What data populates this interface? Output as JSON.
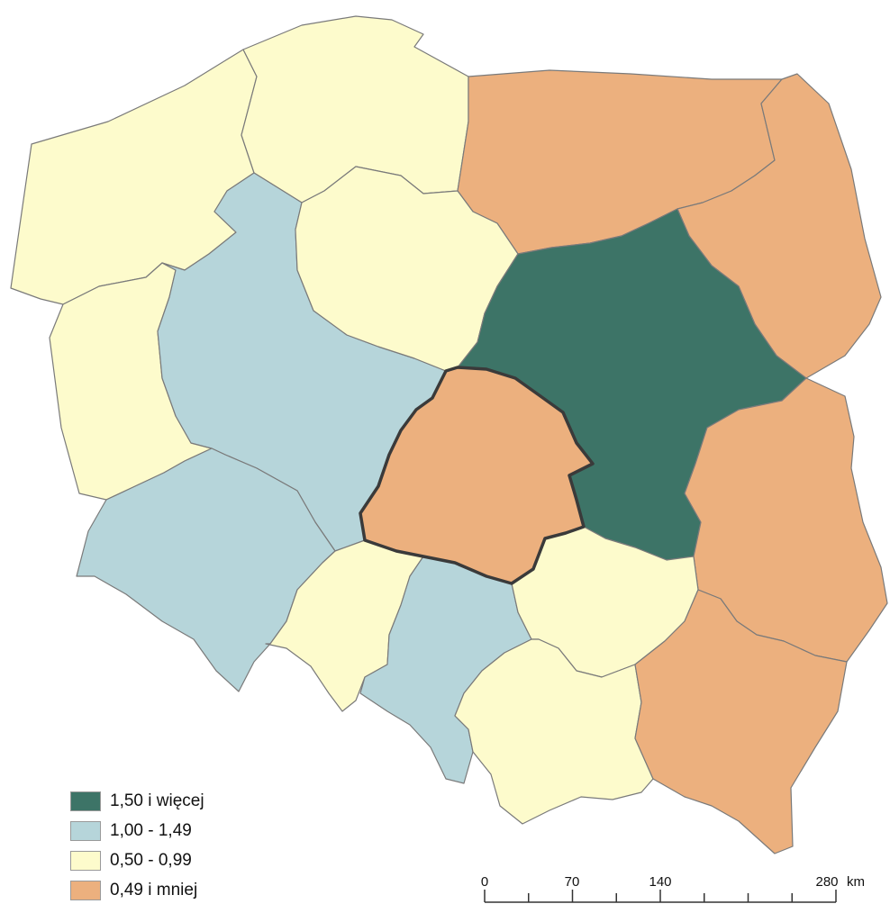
{
  "legend": {
    "items": [
      {
        "label": "1,50 i więcej",
        "color": "#3d7467"
      },
      {
        "label": "1,00 - 1,49",
        "color": "#b6d5da"
      },
      {
        "label": "0,50 - 0,99",
        "color": "#fdfbcc"
      },
      {
        "label": "0,49 i mniej",
        "color": "#ecb07e"
      }
    ]
  },
  "scale_bar": {
    "ticks": [
      "0",
      "70",
      "140",
      "280"
    ],
    "unit": "km"
  },
  "regions": [
    {
      "id": "zachodniopomorskie",
      "class": "0,50 - 0,99"
    },
    {
      "id": "pomorskie",
      "class": "0,50 - 0,99"
    },
    {
      "id": "warminsko-mazurskie",
      "class": "0,49 i mniej"
    },
    {
      "id": "podlaskie",
      "class": "0,49 i mniej"
    },
    {
      "id": "lubuskie",
      "class": "0,50 - 0,99"
    },
    {
      "id": "wielkopolskie",
      "class": "1,00 - 1,49"
    },
    {
      "id": "kujawsko-pomorskie",
      "class": "0,50 - 0,99"
    },
    {
      "id": "mazowieckie",
      "class": "1,50 i więcej"
    },
    {
      "id": "lodzkie",
      "class": "0,49 i mniej"
    },
    {
      "id": "lubelskie",
      "class": "0,49 i mniej"
    },
    {
      "id": "dolnoslaskie",
      "class": "1,00 - 1,49"
    },
    {
      "id": "opolskie",
      "class": "0,50 - 0,99"
    },
    {
      "id": "slaskie",
      "class": "1,00 - 1,49"
    },
    {
      "id": "swietokrzyskie",
      "class": "0,50 - 0,99"
    },
    {
      "id": "malopolskie",
      "class": "0,50 - 0,99"
    },
    {
      "id": "podkarpackie",
      "class": "0,49 i mniej"
    }
  ]
}
